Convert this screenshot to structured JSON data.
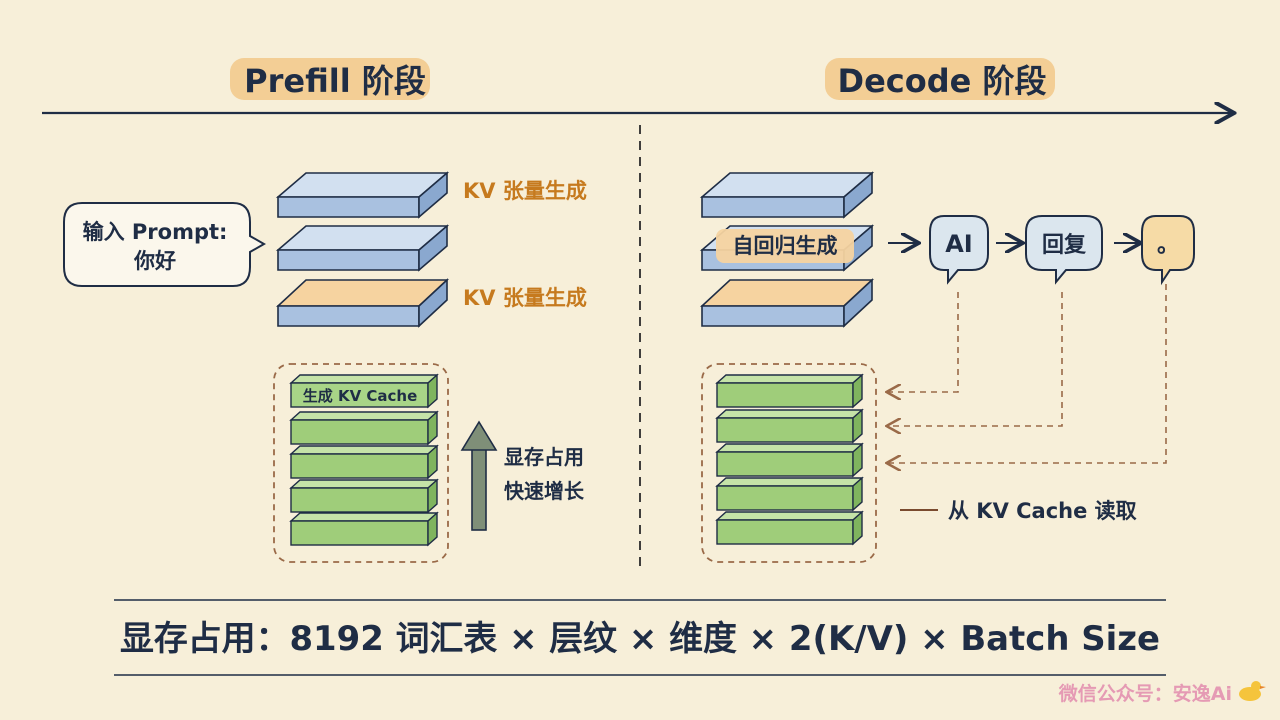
{
  "colors": {
    "background": "#f7efd9",
    "ink": "#1f2d45",
    "blue_layer": "#b9cde6",
    "orange_layer": "#f3c88e",
    "green_layer": "#9fcd7a",
    "label_orange": "#c67a1e",
    "dashed_brown": "#9a6a48",
    "watermark": "#e59ab4"
  },
  "phases": {
    "prefill_title": "Prefill 阶段",
    "decode_title": "Decode 阶段"
  },
  "prefill": {
    "prompt_bubble_line1": "输入 Prompt:",
    "prompt_bubble_line2": "你好",
    "kv_label_top": "KV 张量生成",
    "kv_label_bottom": "KV 张量生成",
    "cache_stack_label": "生成 KV Cache",
    "growth_line1": "显存占用",
    "growth_line2": "快速增长"
  },
  "decode": {
    "autoregressive_label": "自回归生成",
    "token1": "AI",
    "token2": "回复",
    "token3": "。",
    "read_from_cache": "从 KV Cache 读取"
  },
  "formula": "显存占用：8192 词汇表 × 层纹 × 维度 × 2(K/V) × Batch Size",
  "watermark": "微信公众号：安逸Ai"
}
